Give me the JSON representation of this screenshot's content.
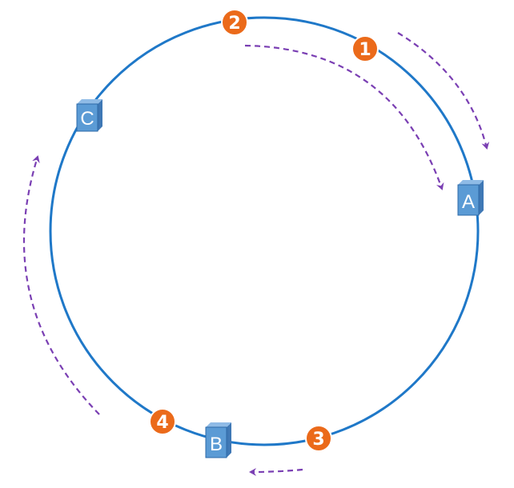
{
  "colors": {
    "ring": "#1f78c8",
    "server_front": "#5b9bd5",
    "server_top": "#8fbbe6",
    "server_side": "#3f78b5",
    "server_stroke": "#2e6aa8",
    "node_fill": "#eb6a1a",
    "node_stroke": "#ffffff",
    "arrow": "#7a3fb3",
    "text": "#ffffff"
  },
  "servers": [
    {
      "id": "A",
      "label": "A"
    },
    {
      "id": "B",
      "label": "B"
    },
    {
      "id": "C",
      "label": "C"
    }
  ],
  "nodes": [
    {
      "id": "1",
      "label": "1"
    },
    {
      "id": "2",
      "label": "2"
    },
    {
      "id": "3",
      "label": "3"
    },
    {
      "id": "4",
      "label": "4"
    }
  ]
}
